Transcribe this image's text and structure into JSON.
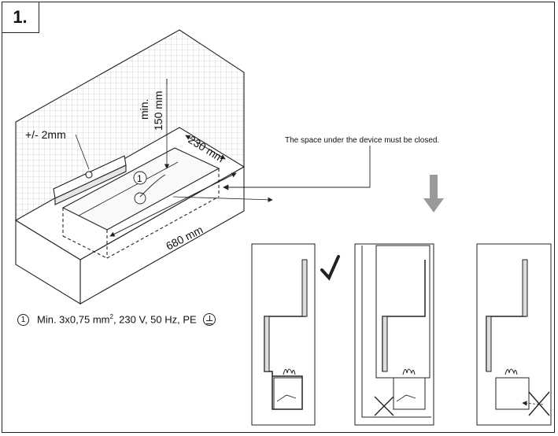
{
  "step_number": "1.",
  "labels": {
    "min_height_line1": "min.",
    "min_height_line2": "150 mm",
    "tolerance": "+/- 2mm",
    "depth": "230 mm",
    "width": "680 mm",
    "circle_marker": "1"
  },
  "note": "The space under the device must be closed.",
  "legend": {
    "marker": "1",
    "text_before_sup": "Min. 3x0,75 mm",
    "superscript": "2",
    "text_after_sup": ", 230 V, 50 Hz, PE"
  },
  "panels": [
    {
      "status": "correct",
      "icon": "checkmark-icon"
    },
    {
      "status": "incorrect",
      "icon": "cross-icon"
    },
    {
      "status": "incorrect",
      "icon": "cross-icon"
    }
  ]
}
